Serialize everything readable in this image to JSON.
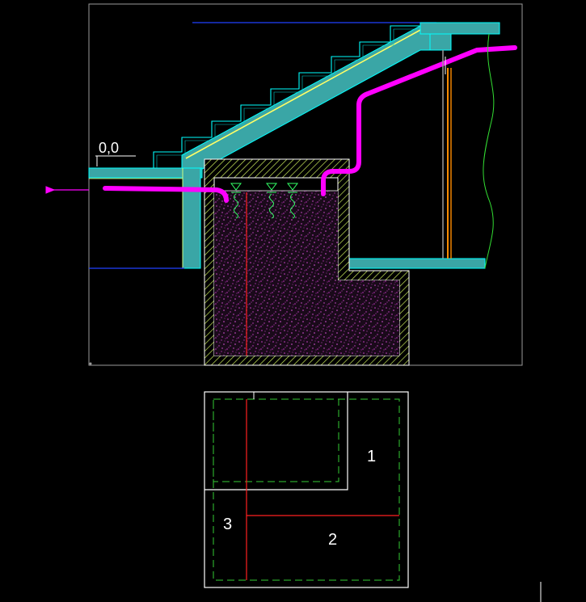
{
  "section_view": {
    "origin_label": "0,0"
  },
  "plan_view": {
    "zones": [
      "1",
      "2",
      "3"
    ]
  },
  "colors": {
    "background": "#000000",
    "frame": "#9a9a9a",
    "concrete_fill": "#3aa6a6",
    "concrete_edge": "#00ffff",
    "stair_edge": "#ffff66",
    "hatch": "#c8e85a",
    "pipe": "#ff00ff",
    "sludge": "#cc44cc",
    "water_marker": "#33ff66",
    "axis_line": "#ff2020",
    "ladder": "#ff8c00",
    "dashed_outline": "#33cc33",
    "plan_outline": "#ffffff",
    "blue_line": "#2040ff"
  }
}
